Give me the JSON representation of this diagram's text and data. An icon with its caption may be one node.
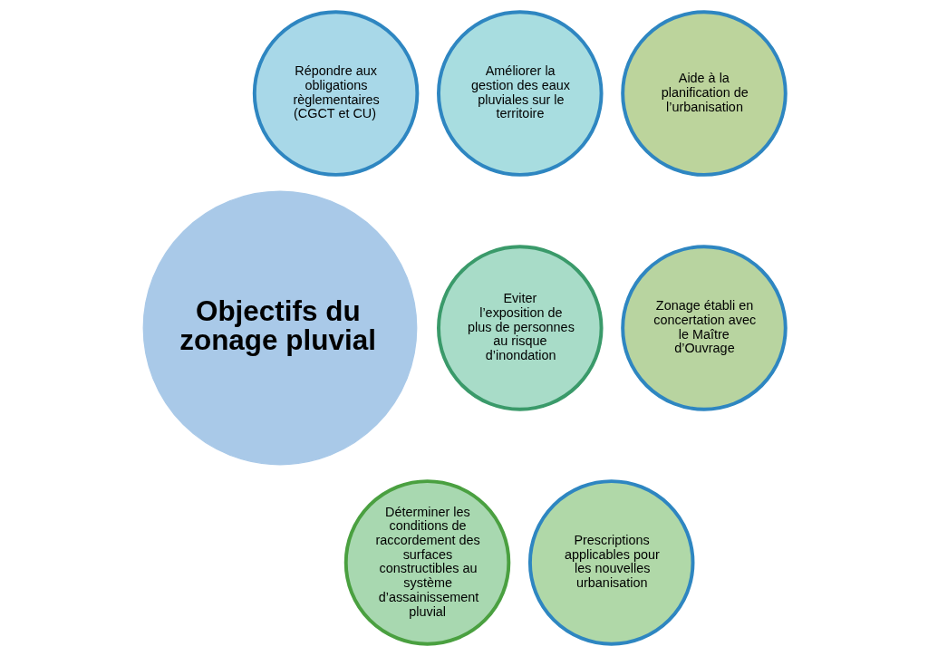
{
  "diagram": {
    "nodes": [
      {
        "text": [
          "Objectifs du zonage pluvial"
        ]
      },
      {
        "text": [
          "Répondre aux obligations règlementaires (CGCT et CU)"
        ]
      },
      {
        "text": [
          "Améliorer la gestion des eaux pluviales sur le territoire"
        ]
      },
      {
        "text": [
          "Eviter l’exposition de plus de personnes au risque d’inondation"
        ]
      },
      {
        "text": [
          "Déterminer les conditions de raccordement des surfaces constructibles au système d’assainissement pluvial"
        ]
      },
      {
        "text": [
          "Prescriptions applicables pour les nouvelles urbanisation"
        ]
      },
      {
        "text": [
          "Zonage établi en concertation avec le Maître d’Ouvrage"
        ]
      },
      {
        "text": [
          "Aide à la planification de l’urbanisation"
        ]
      }
    ],
    "edges": []
  }
}
